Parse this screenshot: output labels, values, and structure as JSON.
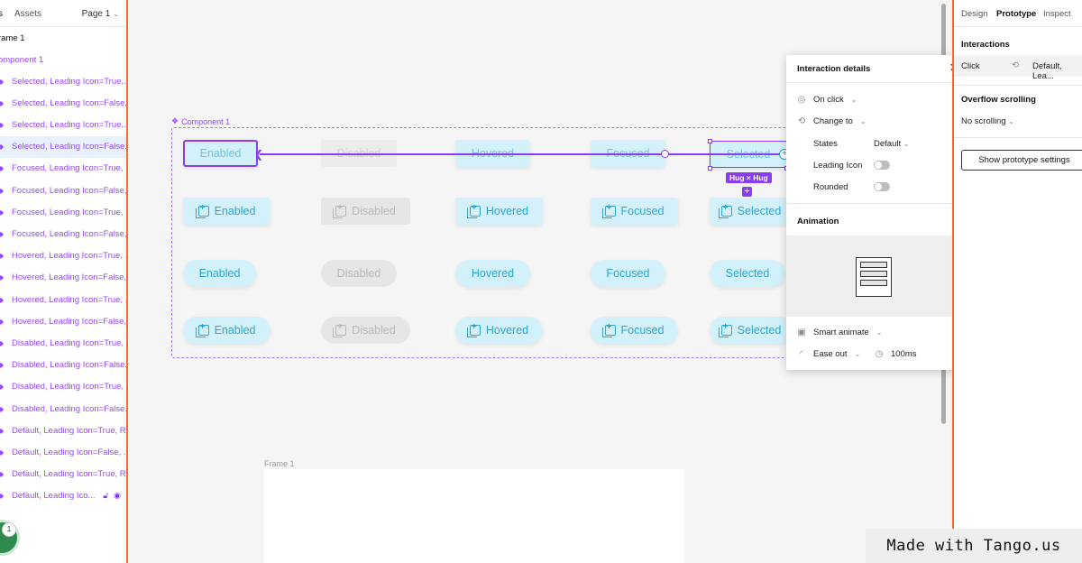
{
  "left_panel": {
    "tab_layers": "s",
    "tab_assets": "Assets",
    "page_selector": "Page 1",
    "frame_layer": "rame 1",
    "component_layer": "omponent 1",
    "layers": [
      "Selected, Leading Icon=True,...",
      "Selected, Leading Icon=False,...",
      "Selected, Leading Icon=True,...",
      "Selected, Leading Icon=False...",
      "Focused, Leading Icon=True, ...",
      "Focused, Leading Icon=False,...",
      "Focused, Leading Icon=True, ...",
      "Focused, Leading Icon=False,...",
      "Hovered, Leading Icon=True, ...",
      "Hovered, Leading Icon=False,...",
      "Hovered, Leading Icon=True, ...",
      "Hovered, Leading Icon=False,...",
      "Disabled, Leading Icon=True, ...",
      "Disabled, Leading Icon=False...",
      "Disabled, Leading Icon=True, ...",
      "Disabled, Leading Icon=False...",
      "Default, Leading Icon=True, R...",
      "Default, Leading Icon=False, ...",
      "Default, Leading Icon=True, R...",
      "Default, Leading Ico..."
    ],
    "avatar_badge": "1"
  },
  "canvas": {
    "component_label": "Component 1",
    "states": [
      "Enabled",
      "Disabled",
      "Hovered",
      "Focused",
      "Selected"
    ],
    "hug_tag": "Hug × Hug",
    "frame2_label": "Frame 1"
  },
  "popup": {
    "title": "Interaction details",
    "trigger": "On click",
    "action": "Change to",
    "prop_states_label": "States",
    "prop_states_value": "Default",
    "prop_leading_icon_label": "Leading Icon",
    "prop_rounded_label": "Rounded",
    "animation_title": "Animation",
    "animation_type": "Smart animate",
    "easing": "Ease out",
    "duration": "100ms"
  },
  "right_panel": {
    "tab_design": "Design",
    "tab_prototype": "Prototype",
    "tab_inspect": "Inspect",
    "interactions_title": "Interactions",
    "click_label": "Click",
    "click_target": "Default, Lea...",
    "overflow_title": "Overflow scrolling",
    "overflow_value": "No scrolling",
    "settings_button": "Show prototype settings"
  },
  "watermark": "Made with Tango.us",
  "colors": {
    "accent_orange": "#f26d37",
    "component_purple": "#9747ff",
    "button_bg": "#d3f1fb",
    "button_text": "#2aa7d6"
  }
}
